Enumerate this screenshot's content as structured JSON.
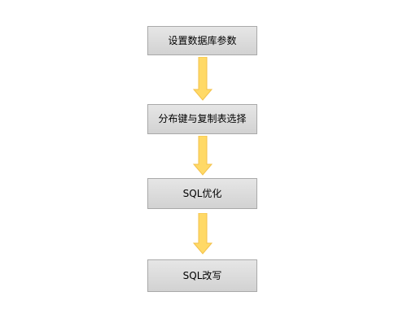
{
  "flowchart": {
    "steps": [
      {
        "label": "设置数据库参数"
      },
      {
        "label": "分布键与复制表选择"
      },
      {
        "label": "SQL优化"
      },
      {
        "label": "SQL改写"
      }
    ]
  },
  "colors": {
    "box_fill_top": "#e6e6e6",
    "box_fill_bottom": "#d2d2d2",
    "box_border": "#a9a9a9",
    "arrow_fill": "#ffd966",
    "arrow_stroke": "#f3c14a"
  }
}
